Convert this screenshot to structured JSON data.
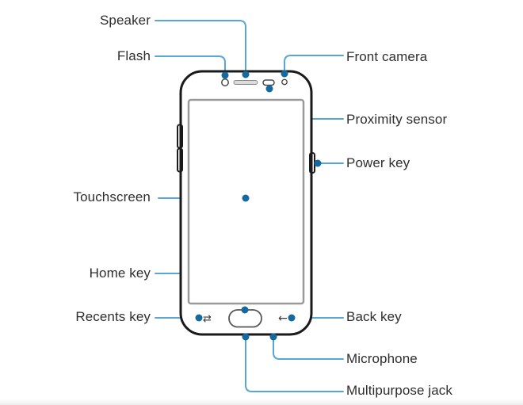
{
  "diagram": {
    "labels": {
      "speaker": "Speaker",
      "flash": "Flash",
      "front_camera": "Front camera",
      "proximity_sensor": "Proximity sensor",
      "power_key": "Power key",
      "touchscreen": "Touchscreen",
      "home_key": "Home key",
      "recents_key": "Recents key",
      "back_key": "Back key",
      "microphone": "Microphone",
      "multipurpose_jack": "Multipurpose jack"
    },
    "icons": {
      "recents_key_glyph": "⇄",
      "back_key_glyph": "←"
    },
    "colors": {
      "callout_line": "#58a6d5",
      "callout_dot": "#15699f",
      "device_outline": "#1a1a1a",
      "screen_border": "#9a9a9a",
      "label_text": "#2e2e2e"
    }
  }
}
